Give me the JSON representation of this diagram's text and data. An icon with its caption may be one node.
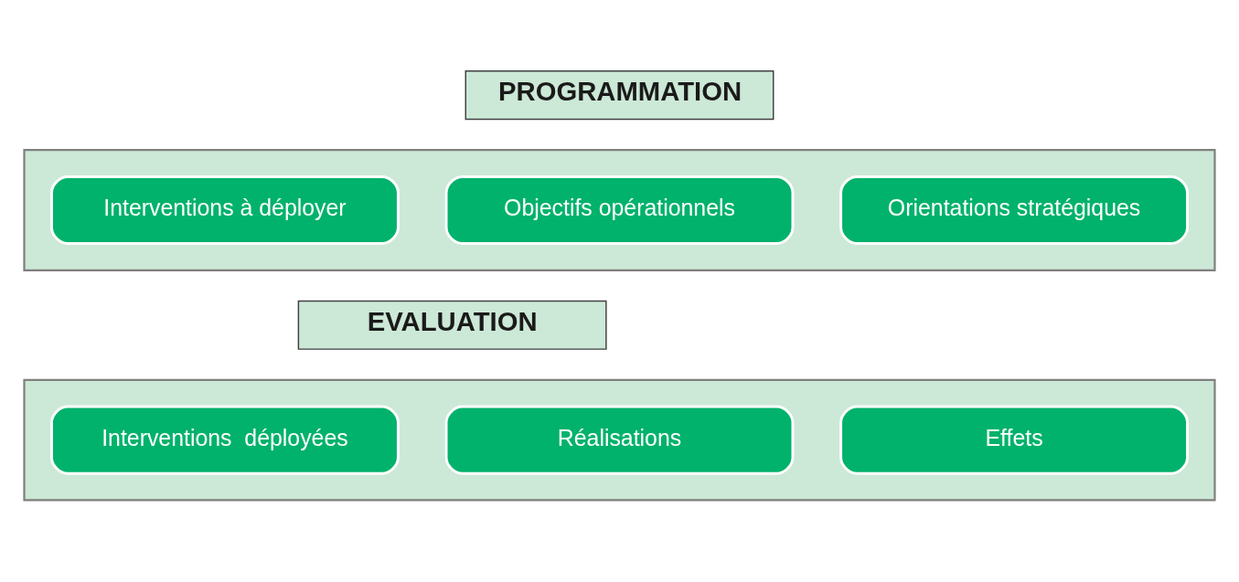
{
  "diagram": {
    "nodes": [
      {
        "text": [
          "PROGRAMMATION"
        ]
      },
      {
        "text": [],
        "shape": "arrow"
      },
      {
        "text": [
          "Interventions à déployer"
        ],
        "in": 1
      },
      {
        "text": [
          "Objectifs opérationnels"
        ],
        "in": 1
      },
      {
        "text": [
          "Orientations stratégiques"
        ],
        "in": 1
      },
      {
        "text": [
          "EVALUATION"
        ]
      },
      {
        "text": [],
        "shape": "arrow"
      },
      {
        "text": [
          "Interventions  déployées"
        ],
        "in": 6
      },
      {
        "text": [
          "Réalisations"
        ],
        "in": 6
      },
      {
        "text": [
          "Effets"
        ],
        "in": 6
      }
    ],
    "edges": []
  }
}
